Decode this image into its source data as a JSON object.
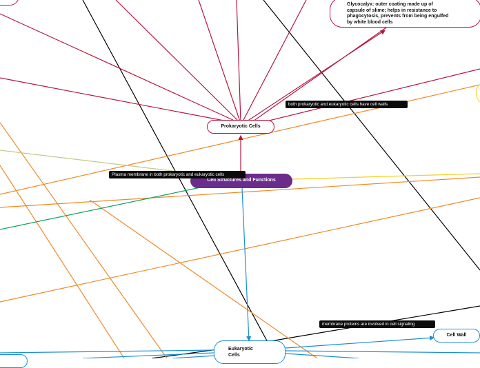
{
  "nodes": {
    "center": "Cell Structures and Functions",
    "prokaryotic": "Prokaryotic Cells",
    "glycocalyx_lines": [
      "Glycocalyx: outer coating made up of",
      "capsule of slime; helps in resistance to",
      "phagocytosis, prevents from being engulfed",
      "by white blood cells"
    ],
    "eukaryotic_lines": [
      "Eukaryotic",
      "Cells"
    ],
    "cell_wall": "Cell Wall"
  },
  "labels": {
    "walls": "both prokaryotic and eukaryotic cells have cell walls",
    "plasma": "Plasma membrane in both prokaryotic and eukaryotic cells",
    "membrane_proteins": "membrane proteins are involved in cell signaling"
  },
  "colors": {
    "prokaryotic_branch": "#b5173f",
    "center_fill": "#6b2d8b",
    "eukaryotic_branch": "#1c8fd1",
    "orange_links": "#ee8a25",
    "yellow_link": "#f5d020",
    "green_link": "#12a05c",
    "olive_link": "#c3c98a",
    "black_links": "#000000",
    "label_background": "#0b0b0b"
  }
}
